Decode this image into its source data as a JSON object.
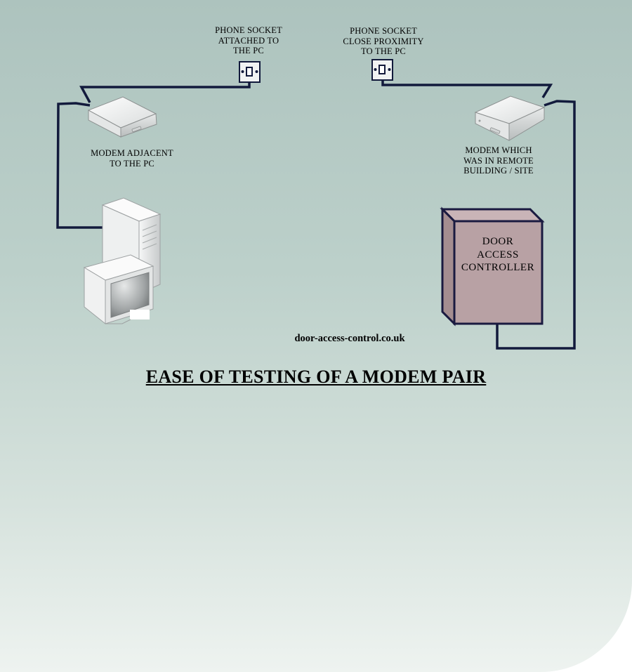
{
  "diagram": {
    "title": "EASE OF TESTING OF A MODEM PAIR",
    "website": "door-access-control.co.uk",
    "labels": {
      "socket_left": "PHONE SOCKET\nATTACHED TO\nTHE PC",
      "socket_right": "PHONE SOCKET\nCLOSE PROXIMITY\nTO THE PC",
      "modem_left": "MODEM ADJACENT\nTO THE PC",
      "modem_right": "MODEM  WHICH\nWAS IN REMOTE\nBUILDING / SITE",
      "controller": "DOOR\nACCESS\nCONTROLLER"
    },
    "colors": {
      "cable": "#121a3c",
      "controller_fill": "#b8a1a4",
      "controller_border": "#1a1a40",
      "background_top": "#adc3be",
      "background_bottom": "#eef3f0"
    },
    "icons": [
      "phone-socket-icon",
      "modem-icon",
      "pc-workstation-icon",
      "door-access-controller-box"
    ]
  }
}
